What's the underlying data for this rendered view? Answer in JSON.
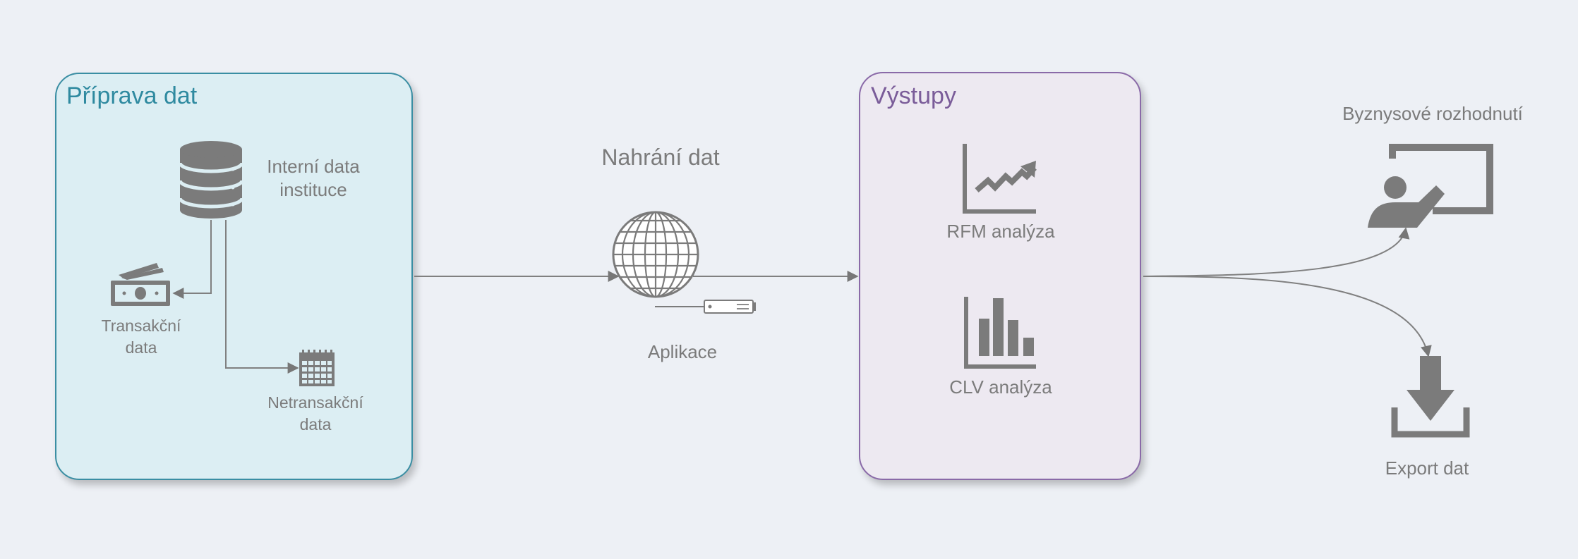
{
  "preparation": {
    "title": "Příprava dat",
    "internal_data": [
      "Interní data",
      "instituce"
    ],
    "transactional": [
      "Transakční",
      "data"
    ],
    "non_transactional": [
      "Netransakční",
      "data"
    ]
  },
  "upload": {
    "title": "Nahrání dat",
    "app_label": "Aplikace"
  },
  "outputs": {
    "title": "Výstupy",
    "rfm_label": "RFM analýza",
    "clv_label": "CLV analýza"
  },
  "business": {
    "label": "Byznysové rozhodnutí"
  },
  "export": {
    "label": "Export dat"
  },
  "icons": {
    "database": "database-icon",
    "money": "money-icon",
    "calendar": "calendar-icon",
    "globe": "globe-icon",
    "server": "server-icon",
    "line_chart": "line-chart-icon",
    "bar_chart": "bar-chart-icon",
    "presenter": "presenter-icon",
    "download": "download-icon"
  },
  "colors": {
    "background": "#edf0f5",
    "prep_fill": "#dceef3",
    "prep_border": "#3a8ea3",
    "prep_title": "#2f8aa0",
    "out_fill": "#ede9f1",
    "out_border": "#8a6aa8",
    "out_title": "#7a5c99",
    "icon": "#7b7b7b"
  }
}
